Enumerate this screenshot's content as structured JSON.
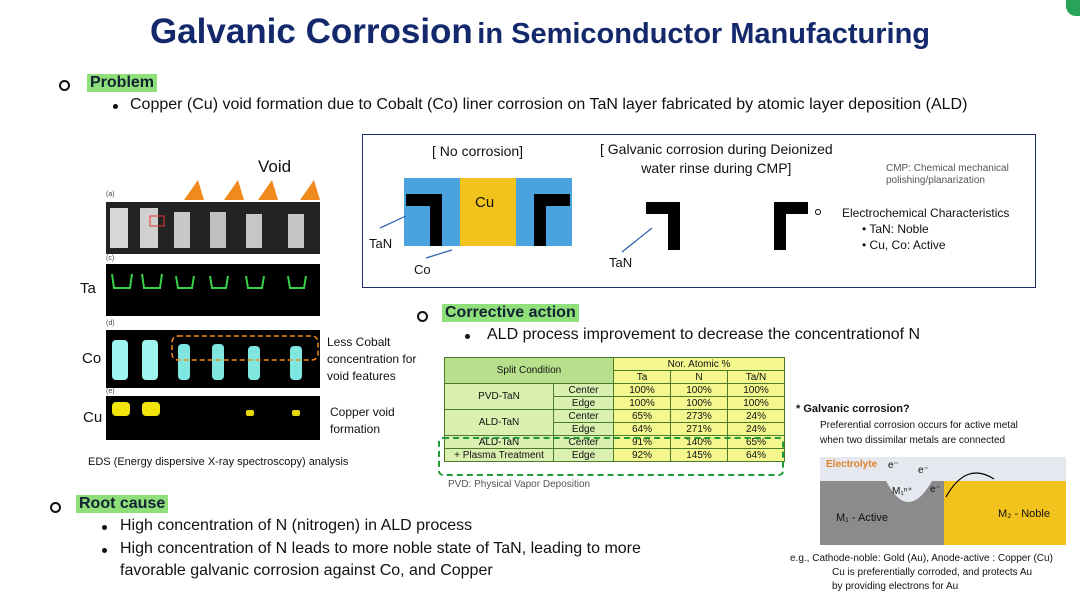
{
  "title": {
    "main": "Galvanic Corrosion",
    "sub": "in Semiconductor Manufacturing"
  },
  "problem": {
    "heading": "Problem",
    "bullet": "Copper (Cu) void formation due to Cobalt (Co) liner corrosion on TaN layer fabricated by atomic layer deposition (ALD)"
  },
  "figure": {
    "void_label": "Void",
    "panel_tags": [
      "(a)",
      "(c)",
      "(d)",
      "(e)"
    ],
    "row_labels": {
      "ta": "Ta",
      "co": "Co",
      "cu": "Cu"
    },
    "less_cobalt": [
      "Less Cobalt",
      "concentration for",
      "void features"
    ],
    "copper_void": [
      "Copper void",
      "formation"
    ],
    "eds_caption": "EDS (Energy dispersive X-ray spectroscopy) analysis",
    "colors": {
      "orange": "#f08a1c",
      "green": "#39d14a",
      "cyan": "#9ff6f0",
      "yellow": "#f0e40a"
    }
  },
  "diagram": {
    "no_corrosion": "[ No corrosion]",
    "galvanic_title": [
      "[ Galvanic corrosion during Deionized",
      "water rinse during CMP]"
    ],
    "cmp_note": [
      "CMP: Chemical mechanical",
      "polishing/planarization"
    ],
    "cu_label": "Cu",
    "tan_label": "TaN",
    "co_label": "Co",
    "tan_label2": "TaN",
    "electrochem": {
      "title": "Electrochemical Characteristics",
      "items": [
        "TaN: Noble",
        "Cu, Co: Active"
      ]
    },
    "colors": {
      "blue": "#4aa3df",
      "yellow": "#f2c31c"
    }
  },
  "corrective": {
    "heading": "Corrective action",
    "bullet": "ALD process improvement to decrease the concentrationof N"
  },
  "table": {
    "header_split": "Split Condition",
    "header_nor": "Nor. Atomic %",
    "cols": [
      "Ta",
      "N",
      "Ta/N"
    ],
    "rows": [
      {
        "cond": "PVD-TaN",
        "pos": "Center",
        "vals": [
          "100%",
          "100%",
          "100%"
        ]
      },
      {
        "cond": "",
        "pos": "Edge",
        "vals": [
          "100%",
          "100%",
          "100%"
        ]
      },
      {
        "cond": "ALD-TaN",
        "pos": "Center",
        "vals": [
          "65%",
          "273%",
          "24%"
        ]
      },
      {
        "cond": "",
        "pos": "Edge",
        "vals": [
          "64%",
          "271%",
          "24%"
        ]
      },
      {
        "cond": "ALD-TaN",
        "pos": "Center",
        "vals": [
          "91%",
          "140%",
          "65%"
        ]
      },
      {
        "cond": "+ Plasma Treatment",
        "pos": "Edge",
        "vals": [
          "92%",
          "145%",
          "64%"
        ]
      }
    ],
    "footnote": "PVD: Physical Vapor Deposition"
  },
  "galvanic": {
    "question": "* Galvanic corrosion?",
    "desc": [
      "Preferential corrosion occurs for active metal",
      "when two dissimilar metals are connected"
    ],
    "electrolyte": "Electrolyte",
    "m1_ion": "M₁ⁿ⁺",
    "e_label": "e⁻",
    "m1_label": "M₁ - Active",
    "m2_label": "M₂ - Noble",
    "example": [
      "e.g., Cathode-noble: Gold (Au), Anode-active : Copper (Cu)",
      "Cu is preferentially corroded, and protects Au",
      "by providing electrons for Au"
    ]
  },
  "root": {
    "heading": "Root cause",
    "bullets": [
      "High concentration of N (nitrogen) in ALD process",
      "High concentration of N leads to more noble state of TaN, leading to more",
      "favorable galvanic corrosion against Co, and Copper"
    ]
  }
}
